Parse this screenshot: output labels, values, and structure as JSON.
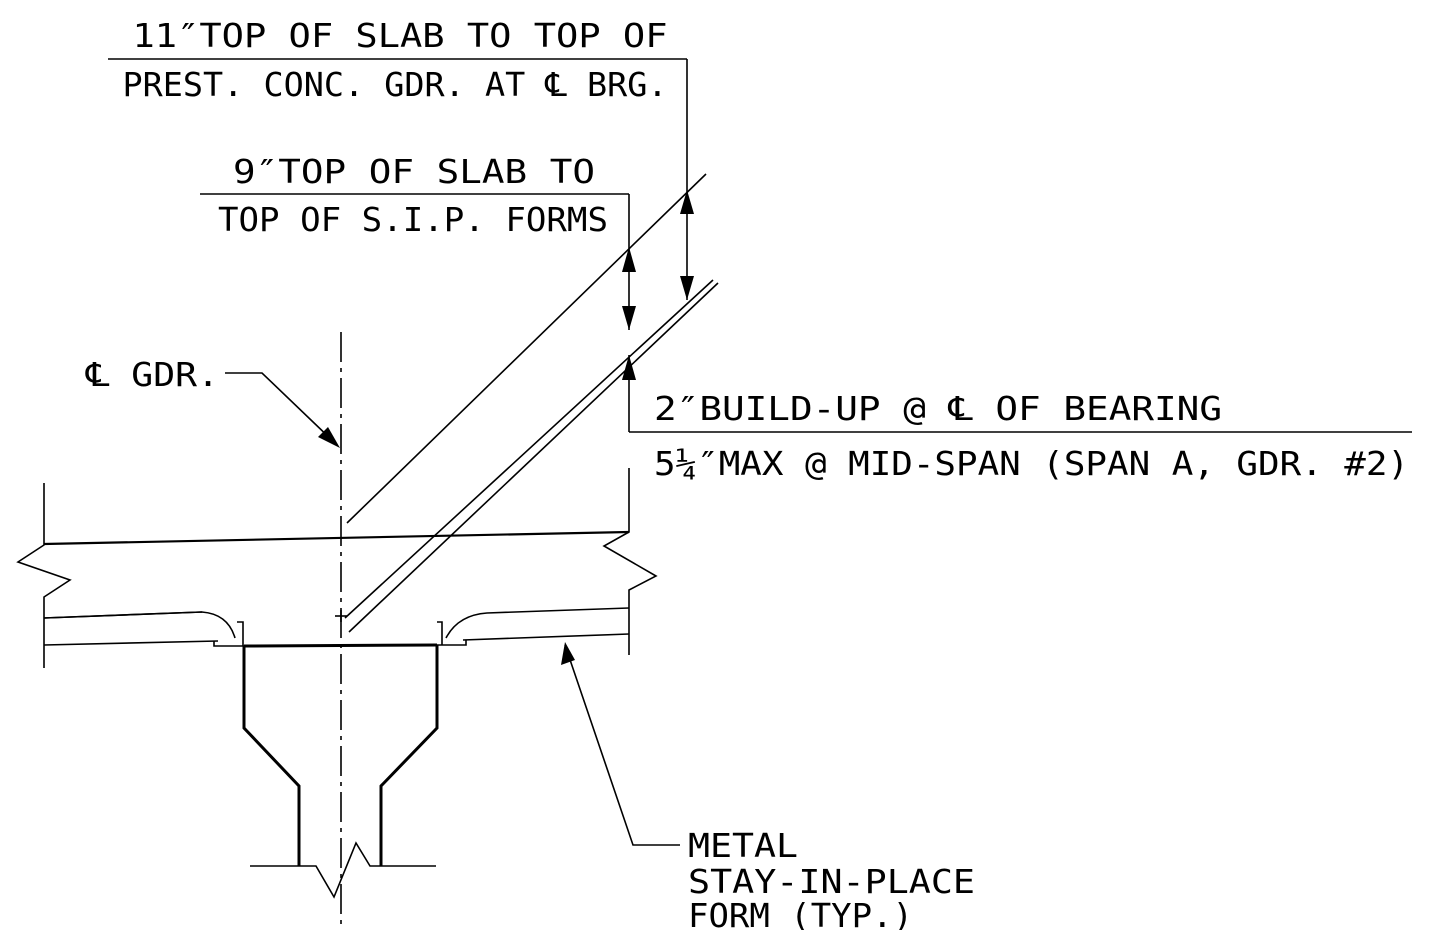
{
  "notes": {
    "slab_to_girder_line1": "11″TOP OF SLAB TO TOP OF",
    "slab_to_girder_line2": "PREST. CONC. GDR. AT ℄ BRG.",
    "slab_to_forms_line1": "9″TOP OF SLAB TO",
    "slab_to_forms_line2": "TOP OF S.I.P. FORMS",
    "girder_centerline": "℄ GDR.",
    "buildup_line1": "2″BUILD-UP @ ℄ OF BEARING",
    "buildup_line2": "5¼″MAX @ MID-SPAN (SPAN A, GDR. #2)",
    "form_line1": "METAL",
    "form_line2": "STAY-IN-PLACE",
    "form_line3": "FORM (TYP.)"
  }
}
